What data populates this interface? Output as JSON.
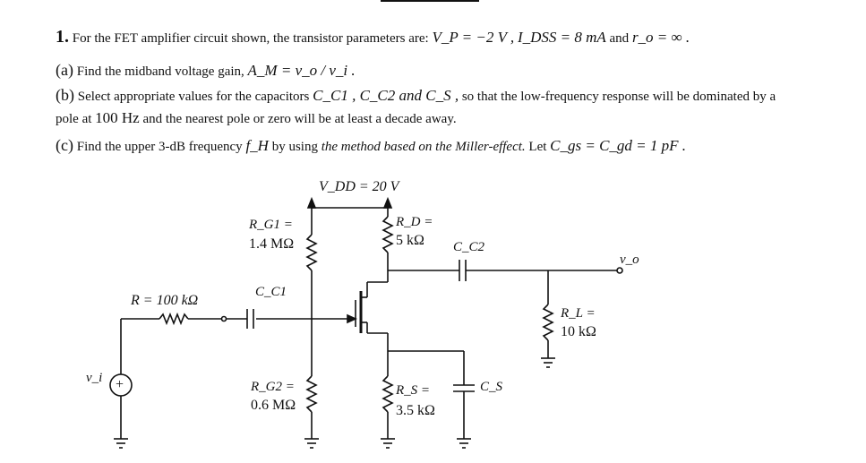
{
  "problem": {
    "number": "1.",
    "intro": "For the FET amplifier circuit shown, the transistor parameters are:",
    "vp": "V_P = −2 V ,",
    "idss": "I_DSS = 8 mA",
    "and": "and",
    "ro": "r_o = ∞ ."
  },
  "part_a": {
    "label": "(a)",
    "text": "Find the midband voltage gain,",
    "eq": "A_M = v_o / v_i ."
  },
  "part_b": {
    "label": "(b)",
    "text_1": "Select appropriate values for the capacitors",
    "caps": "C_C1 , C_C2 and C_S ,",
    "text_2": "so that the low-frequency response will be dominated by a",
    "line2_a": "pole at",
    "freq": "100 Hz",
    "line2_b": "and the nearest pole or zero will be at least a decade away."
  },
  "part_c": {
    "label": "(c)",
    "text_1": "Find the upper 3-dB frequency",
    "fh": "f_H",
    "text_2": "by using",
    "method": "the method based on the Miller-effect.",
    "let": "Let",
    "eq": "C_gs = C_gd = 1 pF ."
  },
  "circuit": {
    "vdd": "V_DD = 20 V",
    "rg1_name": "R_G1 =",
    "rg1_val": "1.4 MΩ",
    "rd_name": "R_D =",
    "rd_val": "5 kΩ",
    "cc2": "C_C2",
    "vo": "v_o",
    "r_name": "R = 100 kΩ",
    "cc1": "C_C1",
    "rl_name": "R_L =",
    "rl_val": "10 kΩ",
    "vi": "v_i",
    "rg2_name": "R_G2 =",
    "rg2_val": "0.6 MΩ",
    "rs_name": "R_S =",
    "rs_val": "3.5 kΩ",
    "cs": "C_S"
  }
}
